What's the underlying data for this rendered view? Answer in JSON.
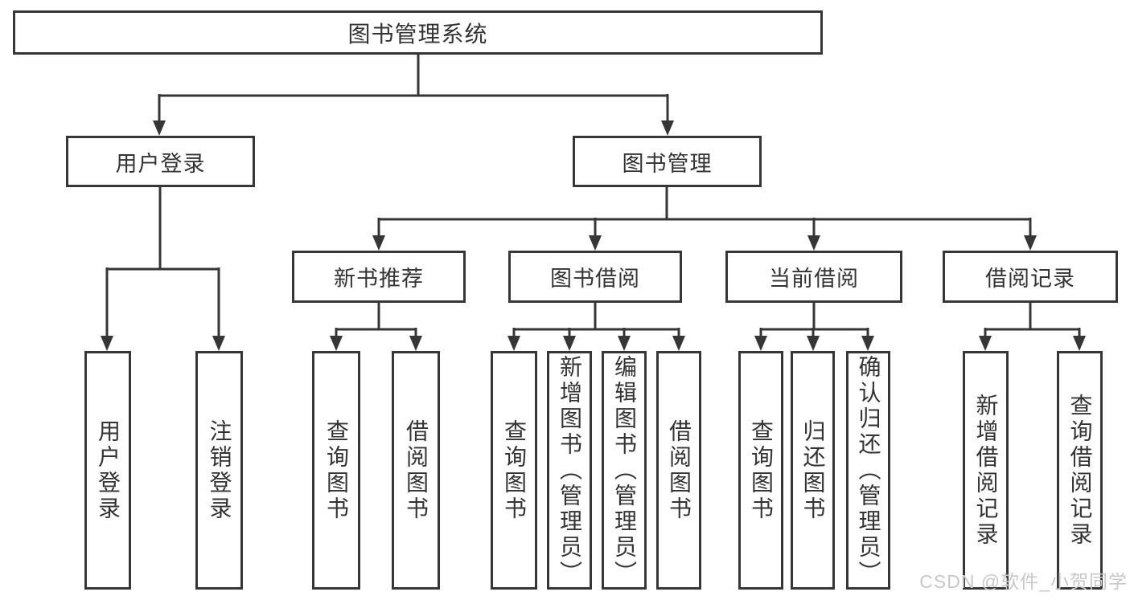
{
  "tree": {
    "label": "图书管理系统",
    "children": [
      {
        "label": "用户登录",
        "children": [
          {
            "label": "用户登录"
          },
          {
            "label": "注销登录"
          }
        ]
      },
      {
        "label": "图书管理",
        "children": [
          {
            "label": "新书推荐",
            "children": [
              {
                "label": "查询图书"
              },
              {
                "label": "借阅图书"
              }
            ]
          },
          {
            "label": "图书借阅",
            "children": [
              {
                "label": "查询图书"
              },
              {
                "label": "新增图书（管理员）"
              },
              {
                "label": "编辑图书（管理员）"
              },
              {
                "label": "借阅图书"
              }
            ]
          },
          {
            "label": "当前借阅",
            "children": [
              {
                "label": "查询图书"
              },
              {
                "label": "归还图书"
              },
              {
                "label": "确认归还（管理员）"
              }
            ]
          },
          {
            "label": "借阅记录",
            "children": [
              {
                "label": "新增借阅记录"
              },
              {
                "label": "查询借阅记录"
              }
            ]
          }
        ]
      }
    ]
  },
  "watermark": {
    "text": "CSDN @软件_小贺同学"
  },
  "colors": {
    "line": "#363636",
    "box_border": "#363636",
    "text": "#333333",
    "watermark": "#c8c8c8",
    "background": "#ffffff"
  }
}
